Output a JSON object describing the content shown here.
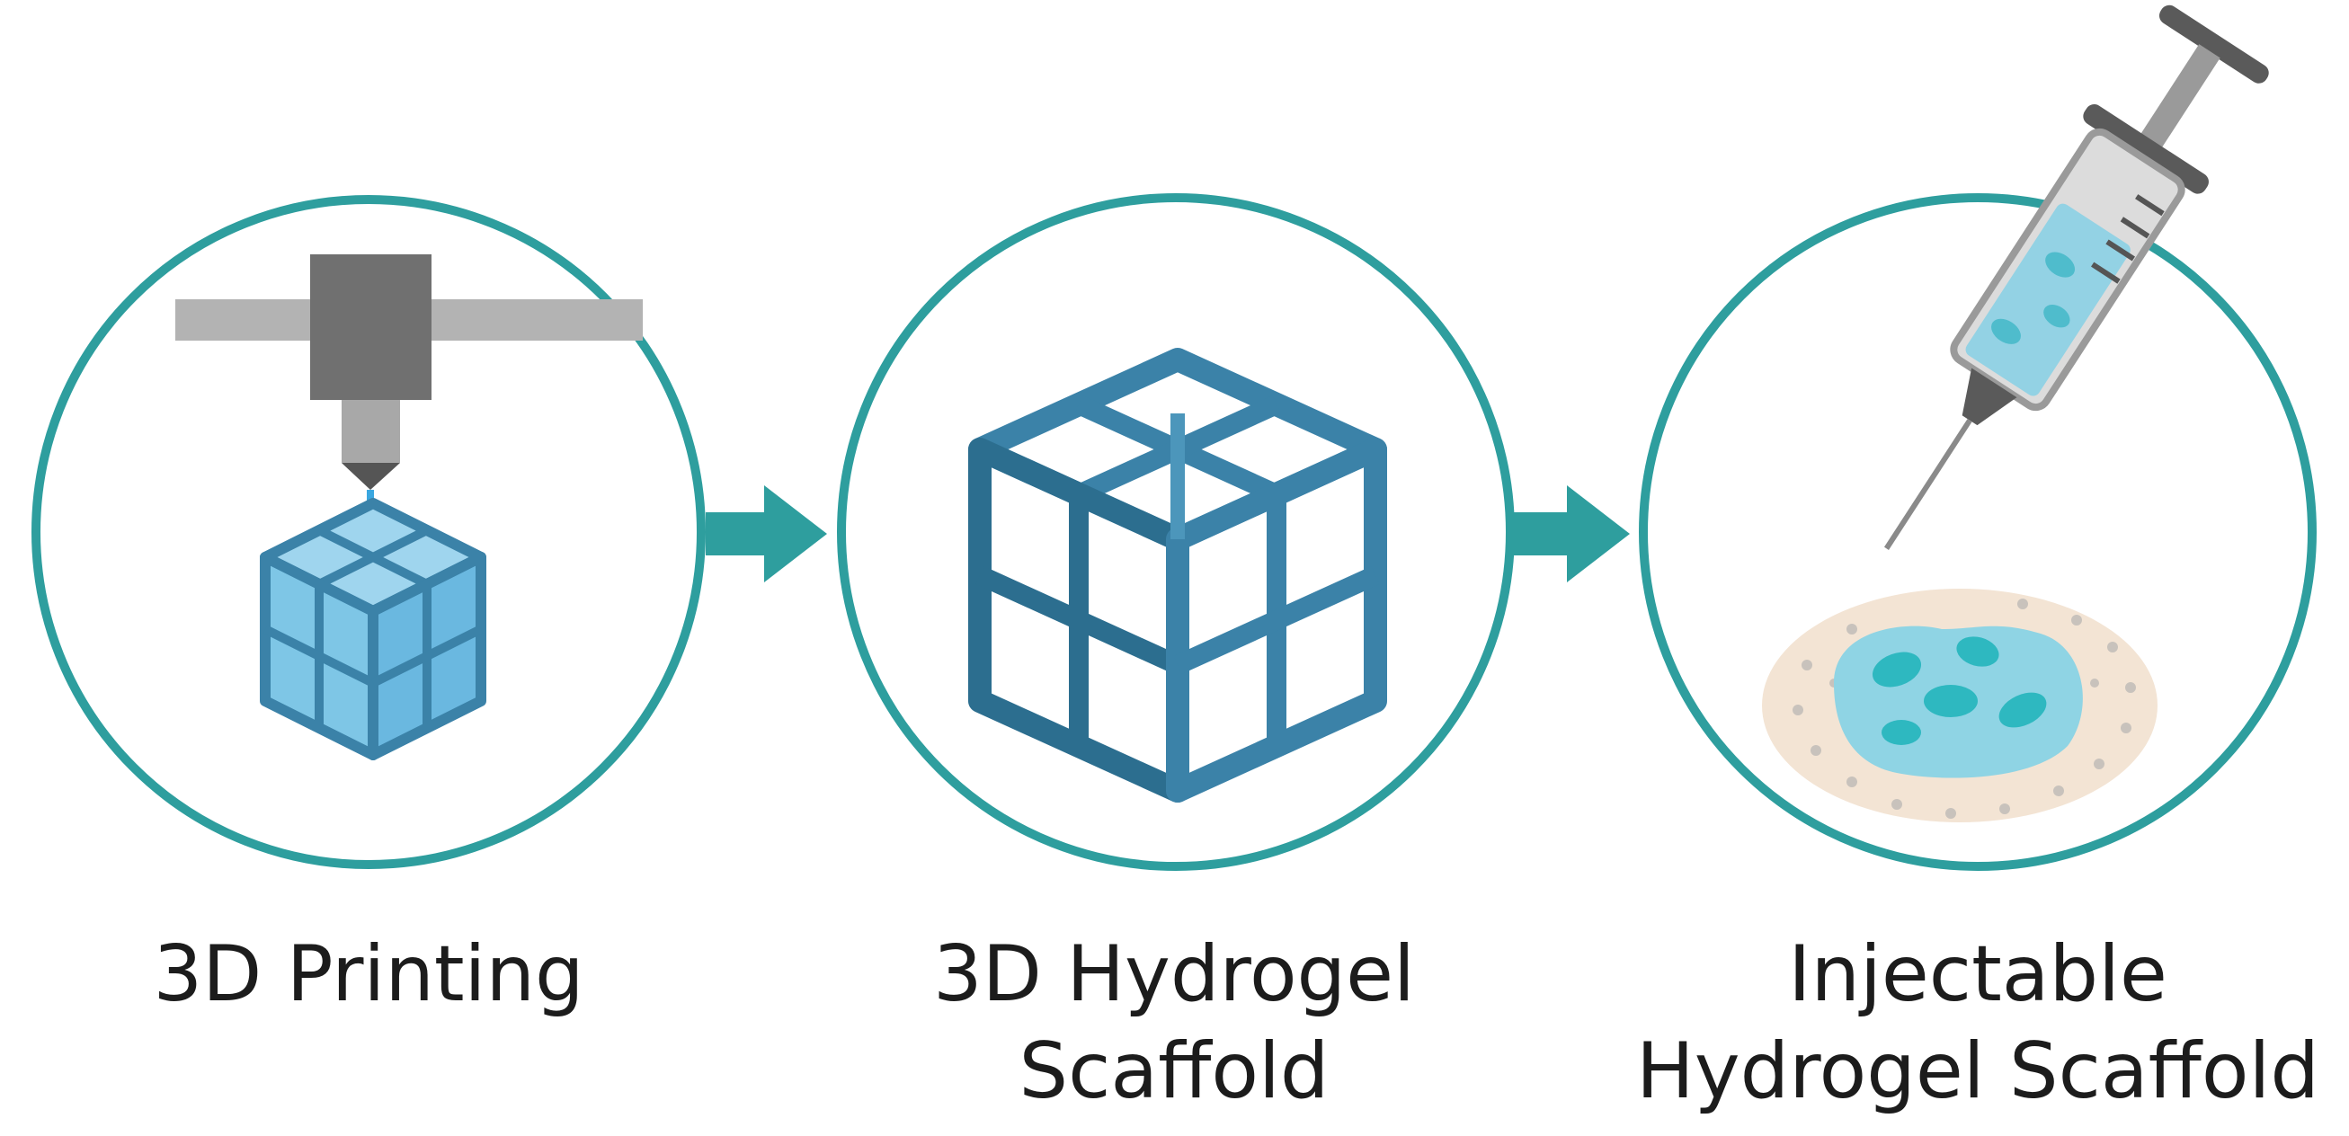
{
  "steps": [
    {
      "label_lines": [
        "3D Printing"
      ],
      "icon": "3d-printer-icon"
    },
    {
      "label_lines": [
        "3D Hydrogel",
        "Scaffold"
      ],
      "icon": "lattice-cube-icon"
    },
    {
      "label_lines": [
        "Injectable",
        "Hydrogel Scaffold"
      ],
      "icon": "syringe-icon"
    }
  ],
  "connectors": [
    "arrow-right-icon",
    "arrow-right-icon"
  ],
  "colors": {
    "ring": "#2e9e9e",
    "arrow": "#2e9e9e",
    "scaffold": "#3b82a8",
    "scaffold_dark": "#2c6e8f",
    "gel": "#8fd4e4",
    "cells": "#2eb8c0",
    "tissue": "#f3e4d4",
    "printer_gray": "#707070",
    "rail_gray": "#b3b3b3"
  }
}
